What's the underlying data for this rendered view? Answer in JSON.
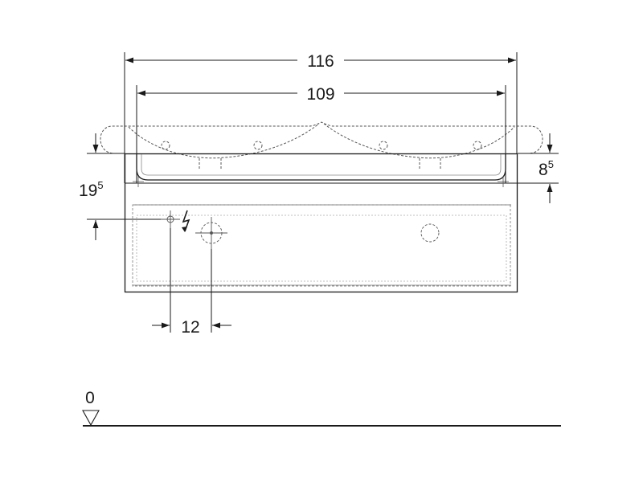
{
  "diagram": {
    "dimensions": {
      "overall_width": "116",
      "basin_width": "109",
      "left_height_main": "19",
      "left_height_sup": "5",
      "right_height_main": "8",
      "right_height_sup": "5",
      "pipe_spacing": "12"
    },
    "floor_level": "0",
    "symbols": {
      "electrical": "lightning-icon",
      "floor": "level-triangle-icon"
    }
  }
}
